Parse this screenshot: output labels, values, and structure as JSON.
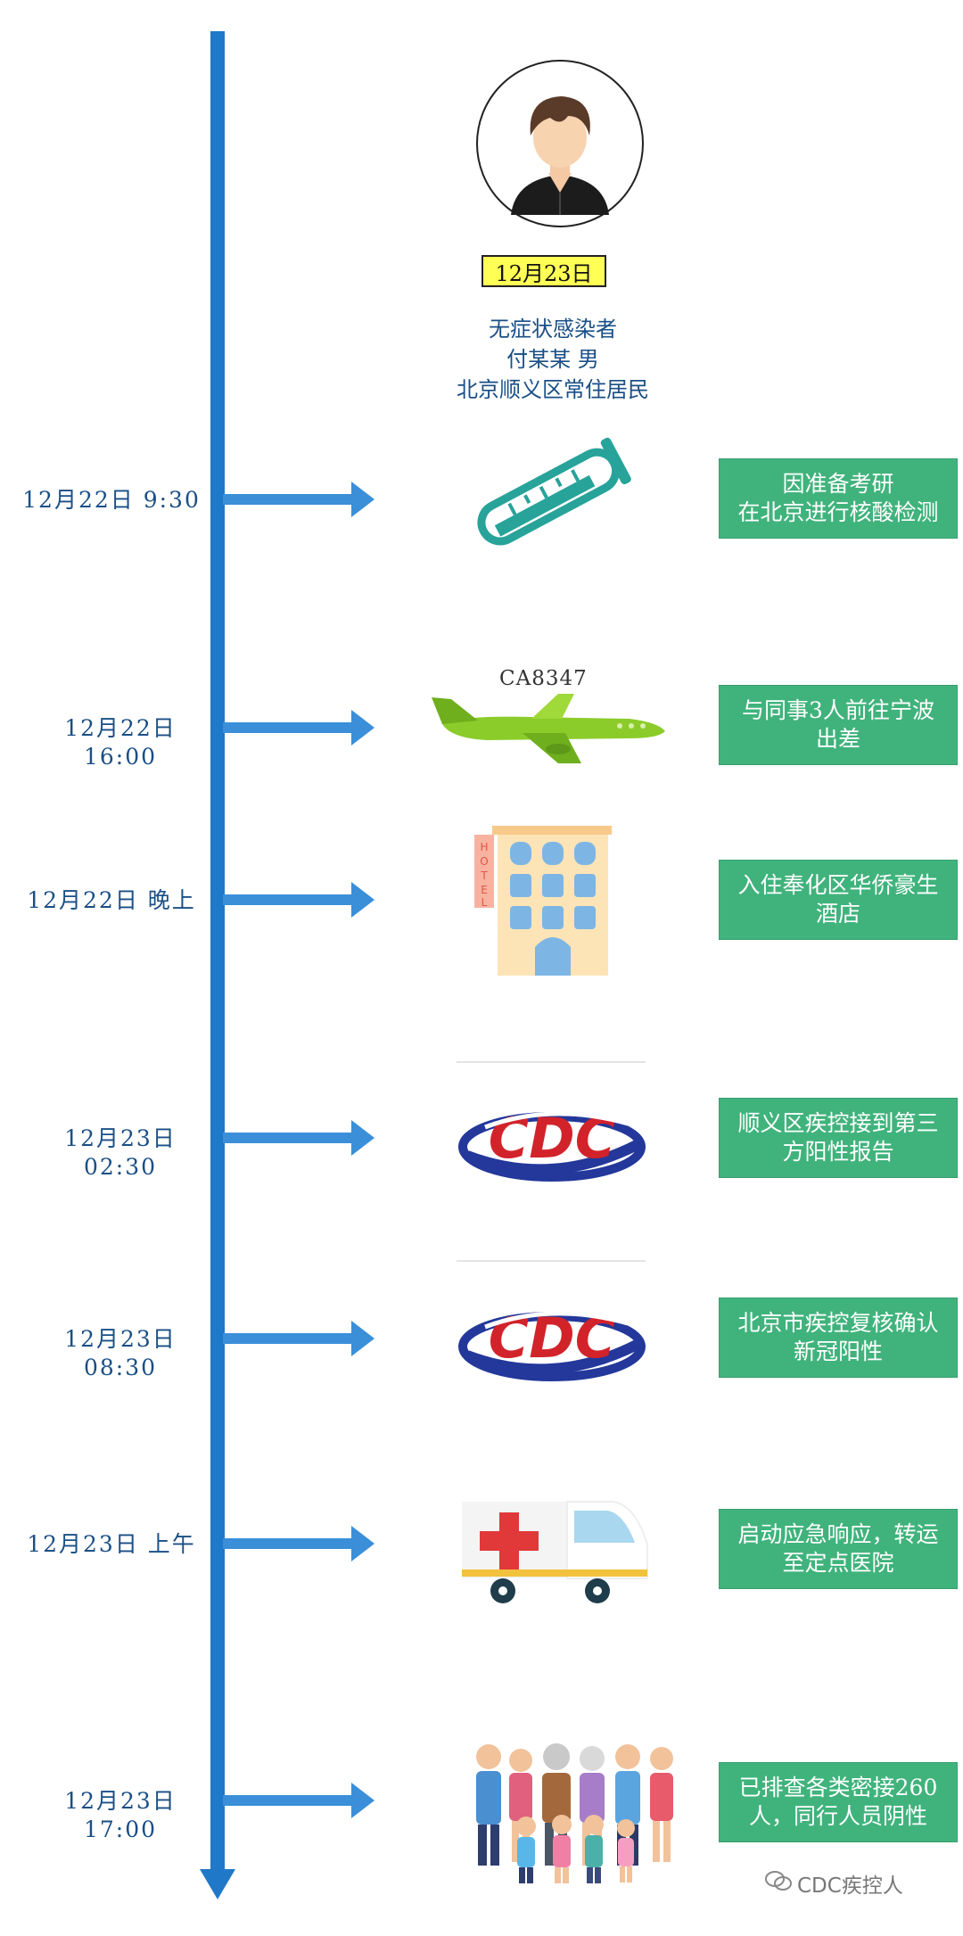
{
  "header": {
    "date": "12月23日",
    "lines": [
      "无症状感染者",
      "付某某  男",
      "北京顺义区常住居民"
    ],
    "avatar_icon": "person-avatar-icon"
  },
  "events": [
    {
      "time": "12月22日  9:30",
      "text": "因准备考研\n在北京进行核酸检测",
      "icon": "test-tube-icon"
    },
    {
      "time": "12月22日\n16:00",
      "text": "与同事3人前往宁波\n出差",
      "icon": "airplane-icon",
      "flight": "CA8347"
    },
    {
      "time": "12月22日  晚上",
      "text": "入住奉化区华侨豪生\n酒店",
      "icon": "hotel-icon"
    },
    {
      "time": "12月23日\n02:30",
      "text": "顺义区疾控接到第三\n方阳性报告",
      "icon": "cdc-logo-icon"
    },
    {
      "time": "12月23日\n08:30",
      "text": "北京市疾控复核确认\n新冠阳性",
      "icon": "cdc-logo-icon"
    },
    {
      "time": "12月23日  上午",
      "text": "启动应急响应，转运\n至定点医院",
      "icon": "ambulance-icon"
    },
    {
      "time": "12月23日\n17:00",
      "text": "已排查各类密接260\n人，同行人员阴性",
      "icon": "crowd-icon"
    }
  ],
  "watermark": "CDC疾控人",
  "colors": {
    "axis": "#1f78c8",
    "box": "#40b37c",
    "date_badge": "#ffff55",
    "text": "#1a4f86"
  }
}
